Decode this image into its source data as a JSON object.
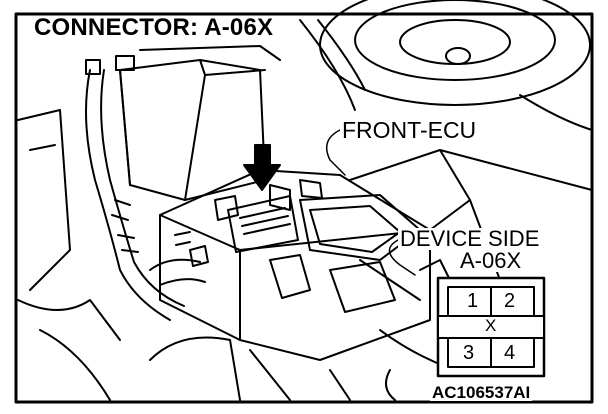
{
  "title": "CONNECTOR: A-06X",
  "callouts": {
    "front_ecu": "FRONT-ECU",
    "device_side": "DEVICE SIDE",
    "device_connector": "A-06X"
  },
  "connector_face": {
    "pins": [
      "1",
      "2",
      "3",
      "4"
    ],
    "center_mark": "X"
  },
  "figure_id": "AC106537AI"
}
